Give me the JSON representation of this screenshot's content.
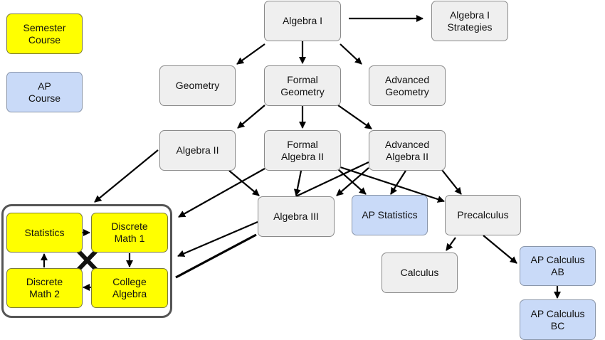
{
  "colors": {
    "semester": "#ffff00",
    "ap": "#c9daf8",
    "standard": "#efefef",
    "line": "#000000"
  },
  "legend": {
    "semester": [
      "Semester",
      "Course"
    ],
    "ap": [
      "AP",
      "Course"
    ]
  },
  "courses": {
    "algebra_1": [
      "Algebra I"
    ],
    "algebra_1_strategies": [
      "Algebra I",
      "Strategies"
    ],
    "geometry": [
      "Geometry"
    ],
    "formal_geometry": [
      "Formal",
      "Geometry"
    ],
    "advanced_geometry": [
      "Advanced",
      "Geometry"
    ],
    "algebra_2": [
      "Algebra II"
    ],
    "formal_algebra_2": [
      "Formal",
      "Algebra II"
    ],
    "advanced_algebra_2": [
      "Advanced",
      "Algebra II"
    ],
    "algebra_3": [
      "Algebra III"
    ],
    "ap_statistics": [
      "AP Statistics"
    ],
    "precalculus": [
      "Precalculus"
    ],
    "calculus": [
      "Calculus"
    ],
    "ap_calculus_ab": [
      "AP Calculus",
      "AB"
    ],
    "ap_calculus_bc": [
      "AP Calculus",
      "BC"
    ],
    "statistics": [
      "Statistics"
    ],
    "discrete_math_1": [
      "Discrete",
      "Math 1"
    ],
    "discrete_math_2": [
      "Discrete",
      "Math 2"
    ],
    "college_algebra": [
      "College",
      "Algebra"
    ]
  }
}
